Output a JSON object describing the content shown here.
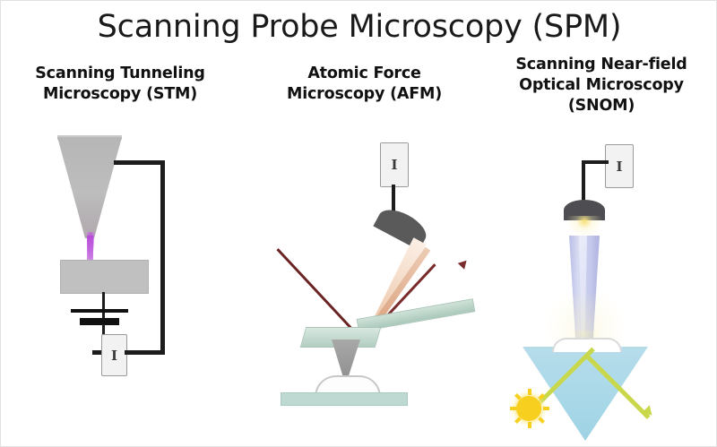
{
  "figure": {
    "title": "Scanning Probe Microscopy (SPM)",
    "background_color": "#ffffff",
    "border_color": "#e2e2e2"
  },
  "panels": [
    {
      "id": "stm",
      "title_line1": "Scanning Tunneling",
      "title_line2": "Microscopy (STM)",
      "title_line3": "",
      "meter_label": "I",
      "components": {
        "tip": "metal-tip-cone",
        "tip_color": "#b6b6b6",
        "beam": "tunneling-current",
        "beam_color": "#b347d6",
        "sample": "sample-surface",
        "sample_color": "#c0c0c0",
        "battery": "bias-voltage-battery",
        "battery_color": "#111111",
        "wire_color": "#1d1d1d"
      }
    },
    {
      "id": "afm",
      "title_line1": "Atomic Force",
      "title_line2": "Microscopy (AFM)",
      "title_line3": "",
      "meter_label": "I",
      "components": {
        "detector": "photodetector-dome",
        "detector_color": "#5a5a5a",
        "incident_beam": "laser-beam-incident",
        "incident_color": "#6b2424",
        "reflected_beam": "laser-beam-reflected",
        "reflected_color": "#e8b99a",
        "cantilever": "cantilever",
        "cantilever_color": "#aac8bb",
        "tip": "pyramidal-tip",
        "tip_color": "#8e8e8e",
        "sample": "sample-surface",
        "sample_color": "#bdd9d2"
      }
    },
    {
      "id": "snom",
      "title_line1": "Scanning Near-field",
      "title_line2": "Optical Microscopy",
      "title_line3": "(SNOM)",
      "meter_label": "I",
      "components": {
        "detector": "detector-dome",
        "detector_color": "#4e4e52",
        "probe": "optical-fiber-probe",
        "probe_color": "#b9bde6",
        "prism": "prism-sample",
        "prism_color": "#a8d8e8",
        "light_ray": "evanescent-light-ray",
        "ray_color": "#c8d84a",
        "source": "light-source-sun",
        "source_color": "#f7cf1e"
      }
    }
  ]
}
